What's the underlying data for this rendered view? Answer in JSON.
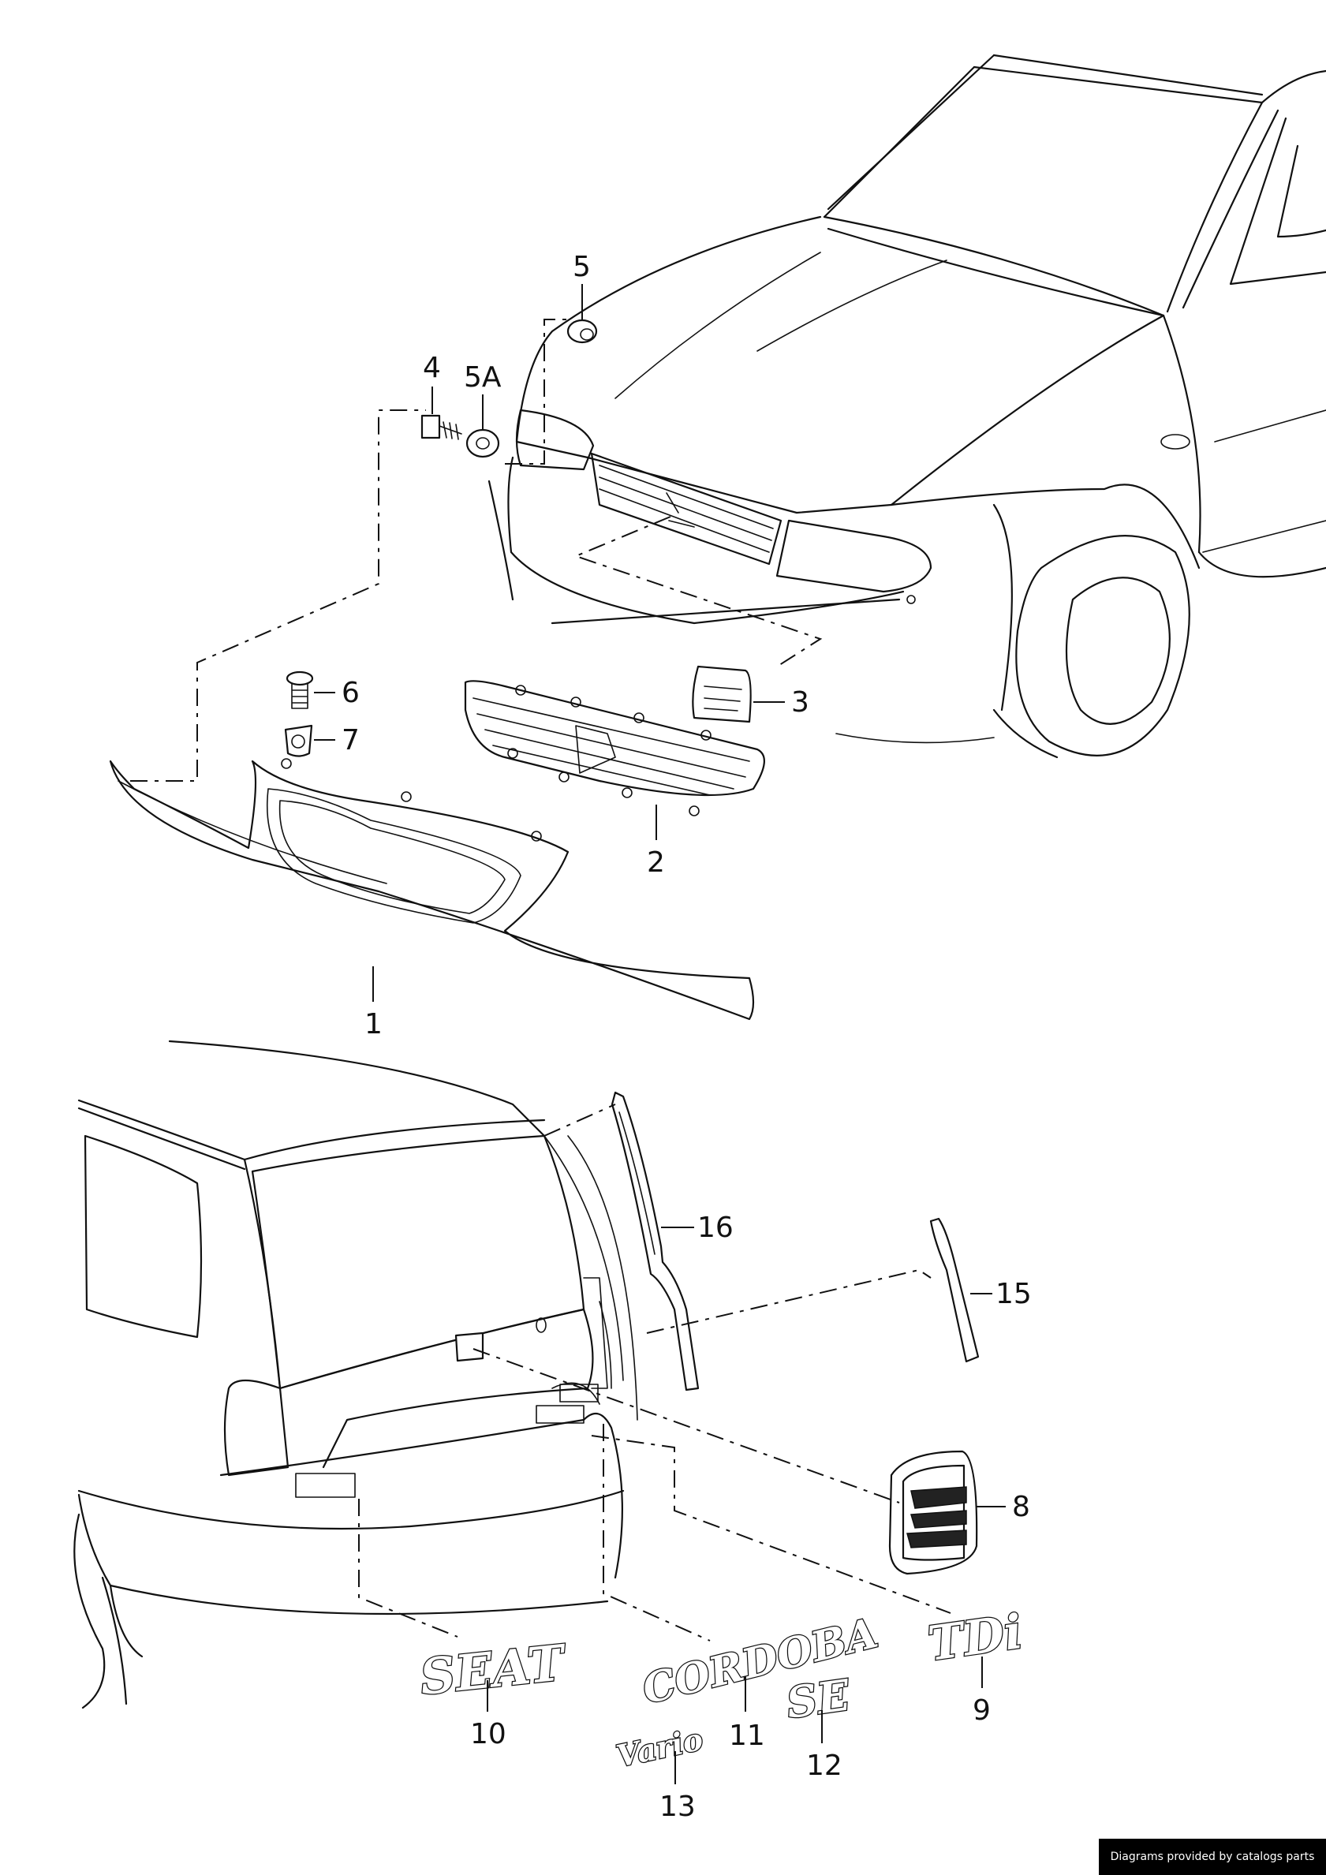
{
  "callouts": [
    "1",
    "2",
    "3",
    "4",
    "5",
    "5A",
    "6",
    "7",
    "8",
    "9",
    "10",
    "11",
    "12",
    "13",
    "15",
    "16"
  ],
  "badges": {
    "seat": "SEAT",
    "cordoba": "CORDOBA",
    "se": "SE",
    "tdi": "TDi",
    "vario": "Vario"
  },
  "credit": "Diagrams provided by catalogs parts"
}
